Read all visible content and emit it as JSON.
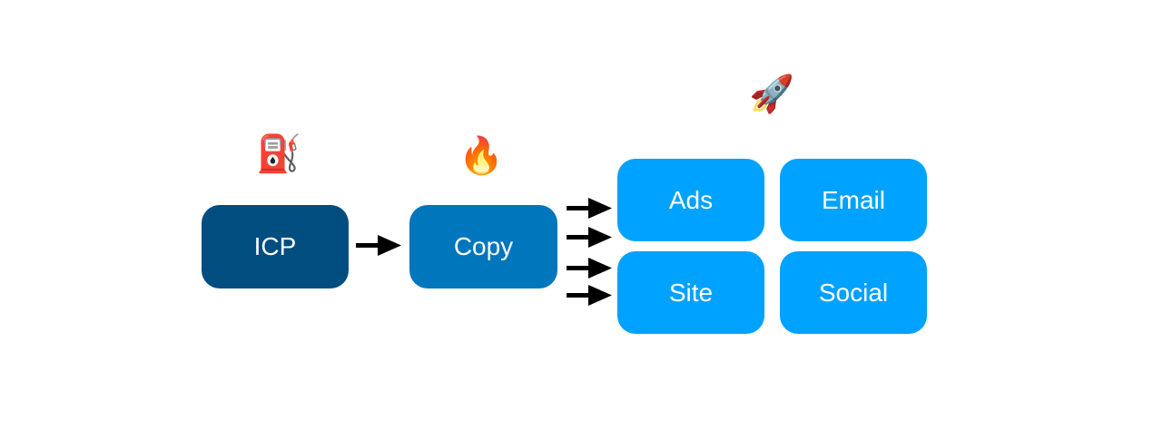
{
  "colors": {
    "icp": "#004d80",
    "copy": "#0076bc",
    "channel": "#00a2ff",
    "arrow": "#000000"
  },
  "nodes": {
    "icp": {
      "label": "ICP",
      "emoji": "⛽"
    },
    "copy": {
      "label": "Copy",
      "emoji": "🔥"
    },
    "channels": {
      "emoji": "🚀",
      "items": [
        {
          "label": "Ads"
        },
        {
          "label": "Email"
        },
        {
          "label": "Site"
        },
        {
          "label": "Social"
        }
      ]
    }
  },
  "edges": [
    {
      "from": "ICP",
      "to": "Copy"
    },
    {
      "from": "Copy",
      "to": "Ads"
    },
    {
      "from": "Copy",
      "to": "Ads"
    },
    {
      "from": "Copy",
      "to": "Site"
    },
    {
      "from": "Copy",
      "to": "Site"
    }
  ]
}
